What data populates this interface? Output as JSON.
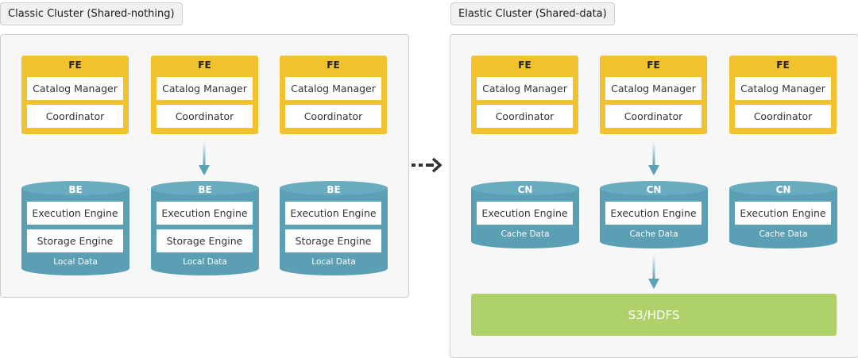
{
  "classic": {
    "title": "Classic Cluster (Shared-nothing)",
    "fe_nodes": [
      {
        "header": "FE",
        "catalog": "Catalog Manager",
        "coordinator": "Coordinator"
      },
      {
        "header": "FE",
        "catalog": "Catalog Manager",
        "coordinator": "Coordinator"
      },
      {
        "header": "FE",
        "catalog": "Catalog Manager",
        "coordinator": "Coordinator"
      }
    ],
    "be_nodes": [
      {
        "header": "BE",
        "execution": "Execution Engine",
        "storage": "Storage Engine",
        "footer": "Local Data"
      },
      {
        "header": "BE",
        "execution": "Execution Engine",
        "storage": "Storage Engine",
        "footer": "Local Data"
      },
      {
        "header": "BE",
        "execution": "Execution Engine",
        "storage": "Storage Engine",
        "footer": "Local Data"
      }
    ]
  },
  "elastic": {
    "title": "Elastic Cluster (Shared-data)",
    "fe_nodes": [
      {
        "header": "FE",
        "catalog": "Catalog Manager",
        "coordinator": "Coordinator"
      },
      {
        "header": "FE",
        "catalog": "Catalog Manager",
        "coordinator": "Coordinator"
      },
      {
        "header": "FE",
        "catalog": "Catalog Manager",
        "coordinator": "Coordinator"
      }
    ],
    "cn_nodes": [
      {
        "header": "CN",
        "execution": "Execution Engine",
        "footer": "Cache Data"
      },
      {
        "header": "CN",
        "execution": "Execution Engine",
        "footer": "Cache Data"
      },
      {
        "header": "CN",
        "execution": "Execution Engine",
        "footer": "Cache Data"
      }
    ],
    "storage": "S3/HDFS"
  },
  "colors": {
    "fe": "#f2c12e",
    "be_cn": "#5a9fb3",
    "storage": "#aed16a",
    "arrow": "#5a9fb3",
    "transition_arrow": "#333333"
  }
}
